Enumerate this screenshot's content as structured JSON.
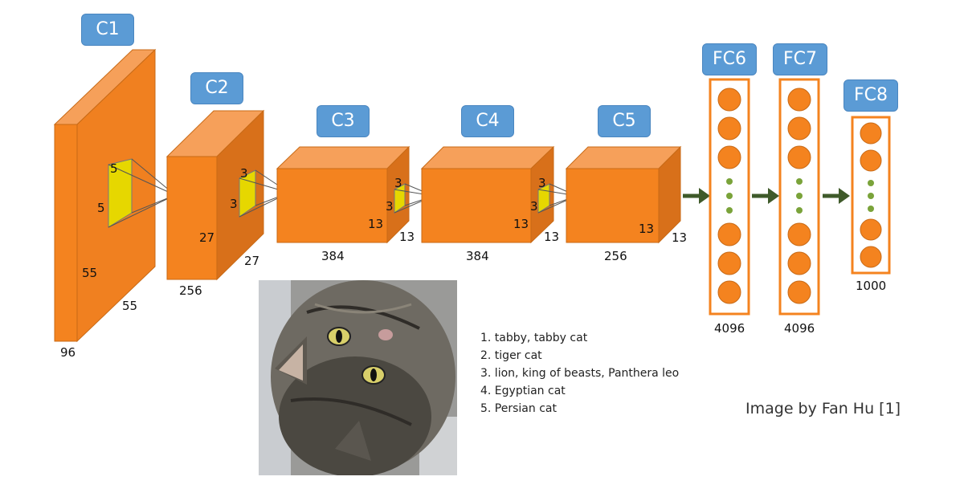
{
  "layers": {
    "c1": {
      "label": "C1",
      "depth": "96",
      "height": "55",
      "width": "55",
      "kernel_h": "5",
      "kernel_w": "5"
    },
    "c2": {
      "label": "C2",
      "depth": "256",
      "height": "27",
      "width": "27",
      "kernel_h": "3",
      "kernel_w": "3"
    },
    "c3": {
      "label": "C3",
      "depth": "384",
      "height": "13",
      "width": "13",
      "kernel_h": "3",
      "kernel_w": "3"
    },
    "c4": {
      "label": "C4",
      "depth": "384",
      "height": "13",
      "width": "13",
      "kernel_h": "3",
      "kernel_w": "3"
    },
    "c5": {
      "label": "C5",
      "depth": "256",
      "height": "13",
      "width": "13"
    },
    "fc6": {
      "label": "FC6",
      "units": "4096"
    },
    "fc7": {
      "label": "FC7",
      "units": "4096"
    },
    "fc8": {
      "label": "FC8",
      "units": "1000"
    }
  },
  "predictions": [
    "1. tabby, tabby cat",
    "2. tiger cat",
    "3. lion, king of beasts, Panthera leo",
    "4. Egyptian cat",
    "5. Persian cat"
  ],
  "credit": "Image by Fan Hu [1]",
  "colors": {
    "layer_front": "#f4831f",
    "layer_top": "#f6a05a",
    "layer_side": "#d8701a",
    "kernel": "#e6d700",
    "label_box": "#5b9bd5",
    "arrow": "#3f5a2a",
    "neuron_dot": "#7aa33a"
  }
}
